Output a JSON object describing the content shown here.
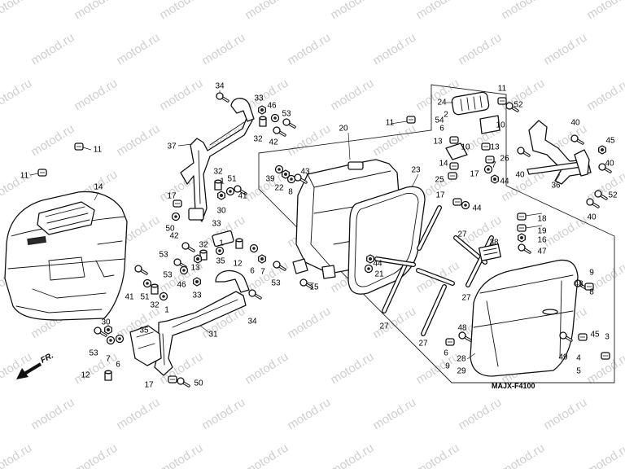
{
  "diagram_code": "MAJX-F4100",
  "front_indicator": "FR.",
  "watermark": "motod.ru",
  "callouts": [
    "11",
    "11",
    "14",
    "37",
    "34",
    "33",
    "46",
    "53",
    "32",
    "42",
    "32",
    "51",
    "1",
    "41",
    "17",
    "50",
    "30",
    "33",
    "42",
    "32",
    "1",
    "53",
    "35",
    "12",
    "6",
    "7",
    "53",
    "13",
    "53",
    "46",
    "41",
    "51",
    "32",
    "1",
    "33",
    "34",
    "30",
    "35",
    "31",
    "53",
    "7",
    "6",
    "12",
    "17",
    "50",
    "20",
    "39",
    "43",
    "22",
    "8",
    "23",
    "15",
    "44",
    "21",
    "27",
    "27",
    "27",
    "27",
    "38",
    "24",
    "11",
    "2",
    "54",
    "6",
    "10",
    "11",
    "52",
    "40",
    "45",
    "13",
    "10",
    "13",
    "26",
    "14",
    "7",
    "17",
    "25",
    "44",
    "40",
    "40",
    "36",
    "17",
    "44",
    "52",
    "40",
    "18",
    "19",
    "16",
    "47",
    "9",
    "48",
    "8",
    "48",
    "49",
    "45",
    "3",
    "4",
    "5",
    "6",
    "28",
    "29",
    "9"
  ]
}
